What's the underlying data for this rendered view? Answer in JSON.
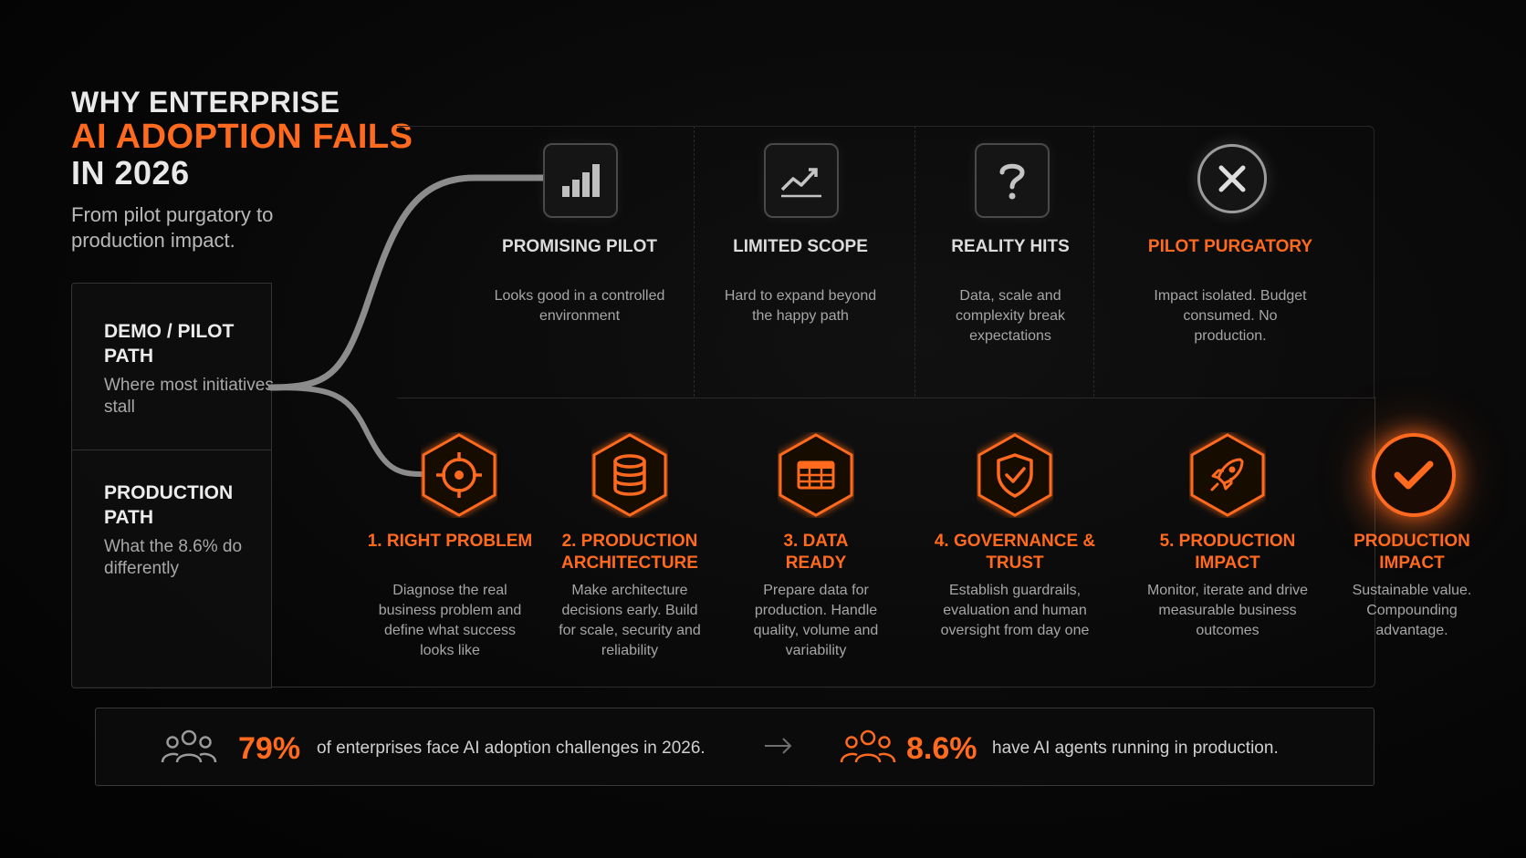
{
  "header": {
    "title_line1": "WHY ENTERPRISE",
    "title_line2": "AI ADOPTION FAILS",
    "title_line3": "IN 2026",
    "subtitle": "From pilot purgatory to production impact."
  },
  "paths": {
    "demo": {
      "title": "DEMO / PILOT PATH",
      "subtitle": "Where most initiatives stall"
    },
    "production": {
      "title": "PRODUCTION PATH",
      "subtitle": "What the 8.6% do differently"
    }
  },
  "pilot_steps": [
    {
      "icon": "bar-chart-icon",
      "title": "PROMISING PILOT",
      "desc": "Looks good in a controlled environment"
    },
    {
      "icon": "trend-up-icon",
      "title": "LIMITED SCOPE",
      "desc": "Hard to expand beyond the happy path"
    },
    {
      "icon": "question-icon",
      "title": "REALITY HITS",
      "desc": "Data, scale and complexity break expectations"
    },
    {
      "icon": "close-icon",
      "title": "PILOT PURGATORY",
      "desc": "Impact isolated. Budget consumed. No production."
    }
  ],
  "production_steps": [
    {
      "icon": "target-icon",
      "title": "1. RIGHT PROBLEM",
      "desc": "Diagnose the real business problem and define what success looks like"
    },
    {
      "icon": "database-icon",
      "title": "2. PRODUCTION ARCHITECTURE",
      "desc": "Make architecture decisions early. Build for scale, security and reliability"
    },
    {
      "icon": "table-icon",
      "title": "3. DATA READY",
      "desc": "Prepare data for production. Handle quality, volume and variability"
    },
    {
      "icon": "shield-check-icon",
      "title": "4. GOVERNANCE & TRUST",
      "desc": "Establish guardrails, evaluation and human oversight from day one"
    },
    {
      "icon": "rocket-icon",
      "title": "5. PRODUCTION IMPACT",
      "desc": "Monitor, iterate and drive measurable business outcomes"
    },
    {
      "icon": "checkmark-icon",
      "title": "PRODUCTION IMPACT",
      "desc": "Sustainable value. Compounding advantage."
    }
  ],
  "stats": [
    {
      "icon": "users-icon",
      "value": "79%",
      "text": "of enterprises face AI adoption challenges in 2026."
    },
    {
      "icon": "users-icon",
      "value": "8.6%",
      "text": "have AI agents running in production."
    }
  ],
  "colors": {
    "accent": "#ff6a1f",
    "background": "#060606",
    "text_primary": "#e9e9e9",
    "text_muted": "#a6a6a6"
  }
}
